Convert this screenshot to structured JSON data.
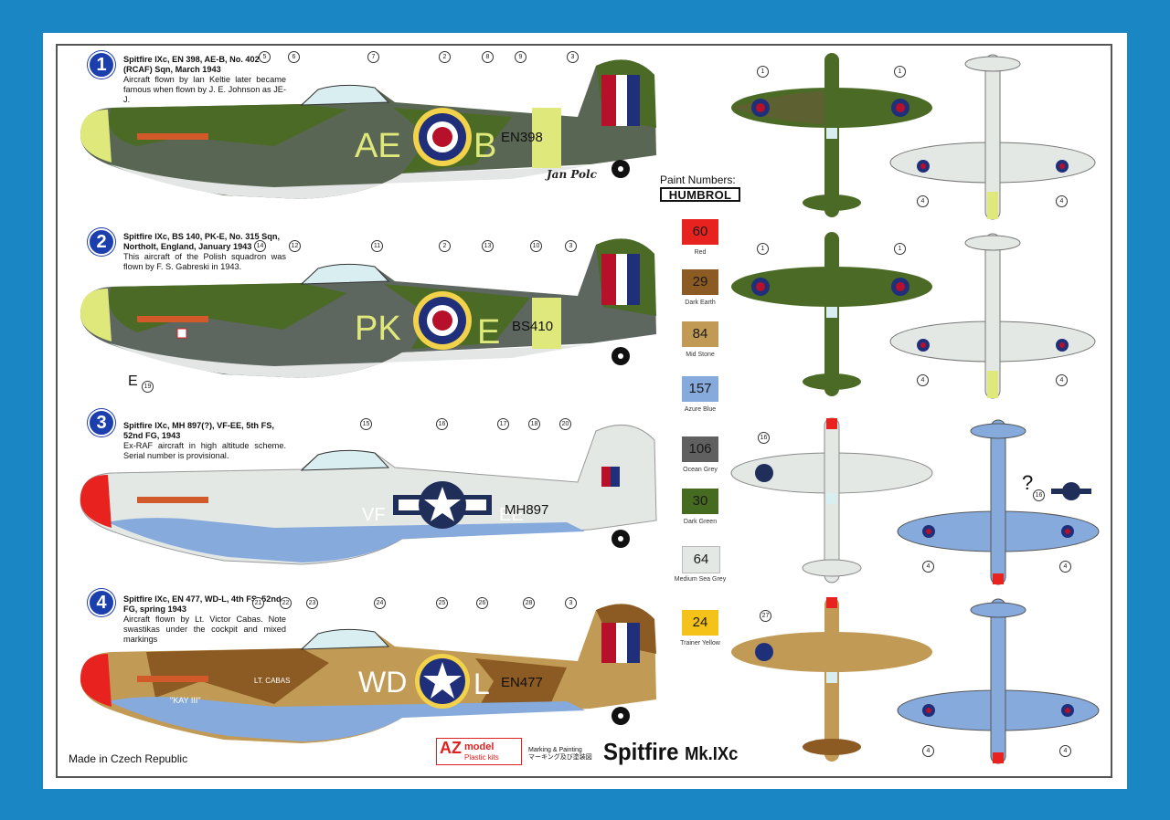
{
  "profiles": [
    {
      "number": "1",
      "title": "Spitfire IXc, EN 398, AE-B, No. 402 (RCAF) Sqn, March 1943",
      "text": "Aircraft flown by Ian Keltie later became famous when flown by J. E. Johnson as JE-J.",
      "code_left": "AE",
      "code_right": "B",
      "serial": "EN398"
    },
    {
      "number": "2",
      "title": "Spitfire IXc, BS 140, PK-E, No. 315 Sqn, Northolt, England, January 1943",
      "text": "This aircraft of the Polish squadron was flown by F. S. Gabreski in 1943.",
      "code_left": "PK",
      "code_right": "E",
      "serial": "BS410",
      "letter_below": "E"
    },
    {
      "number": "3",
      "title": "Spitfire IXc, MH 897(?), VF-EE, 5th FS, 52nd FG, 1943",
      "text": "Ex-RAF aircraft in high altitude scheme. Serial number is provisional.",
      "code_left": "VF",
      "code_right": "EE",
      "serial": "MH897"
    },
    {
      "number": "4",
      "title": "Spitfire IXc, EN 477, WD-L, 4th FS, 52nd FG, spring 1943",
      "text": "Aircraft flown by Lt. Victor Cabas. Note swastikas under the cockpit and mixed markings",
      "code_left": "WD",
      "code_right": "L",
      "serial": "EN477",
      "nose_name": "LT. CABAS",
      "nose_art": "\"KAY III\""
    }
  ],
  "signature": "Jan Polc",
  "paint_numbers_label": "Paint Numbers:",
  "paint_brand": "HUMBROL",
  "paints": [
    {
      "code": "60",
      "name": "Red",
      "color": "#e8231f"
    },
    {
      "code": "29",
      "name": "Dark Earth",
      "color": "#8c5a23"
    },
    {
      "code": "84",
      "name": "Mid Stone",
      "color": "#c19a55"
    },
    {
      "code": "157",
      "name": "Azure Blue",
      "color": "#86aadc"
    },
    {
      "code": "106",
      "name": "Ocean Grey",
      "color": "#606060"
    },
    {
      "code": "30",
      "name": "Dark Green",
      "color": "#466a1f"
    },
    {
      "code": "64",
      "name": "Medium Sea Grey",
      "color": "#e3e8e5"
    },
    {
      "code": "24",
      "name": "Trainer Yellow",
      "color": "#f5c21a"
    }
  ],
  "callouts": {
    "p1": [
      "5",
      "6",
      "7",
      "2",
      "8",
      "9",
      "3"
    ],
    "p2": [
      "14",
      "12",
      "11",
      "2",
      "13",
      "10",
      "3",
      "19"
    ],
    "p3": [
      "15",
      "16",
      "17",
      "18",
      "20"
    ],
    "p4": [
      "21",
      "22",
      "23",
      "24",
      "25",
      "26",
      "28",
      "3"
    ],
    "plan": [
      "1",
      "4",
      "16",
      "27"
    ]
  },
  "question_mark": "?",
  "made_in": "Made in Czech Republic",
  "brand": {
    "logo": "AZ",
    "model": "model",
    "sub": "Plastic kits"
  },
  "marking_line1": "Marking & Painting",
  "marking_line2": "マーキング及び塗装図",
  "product": {
    "name": "Spitfire",
    "variant": "Mk.IXc"
  }
}
